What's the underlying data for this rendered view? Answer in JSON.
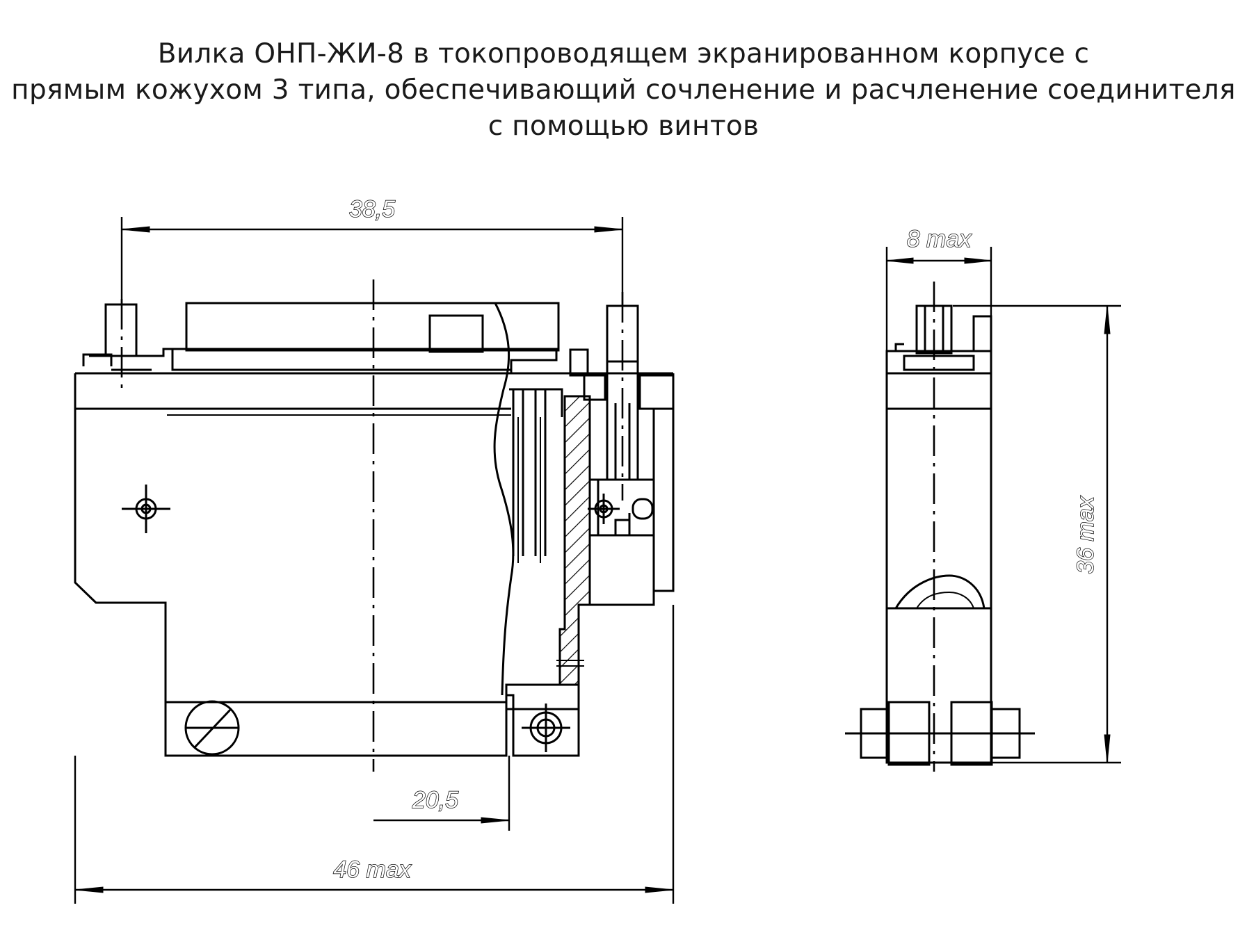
{
  "title": {
    "line1": "Вилка ОНП-ЖИ-8 в токопроводящем экранированном корпусе с",
    "line2": "прямым кожухом 3 типа, обеспечивающий сочленение и расчленение соединителя",
    "line3": "с помощью винтов"
  },
  "dimensions": {
    "top_width": "38,5",
    "inner_offset": "20,5",
    "overall_width": "46 max",
    "side_width": "8 max",
    "side_height": "36 max"
  }
}
